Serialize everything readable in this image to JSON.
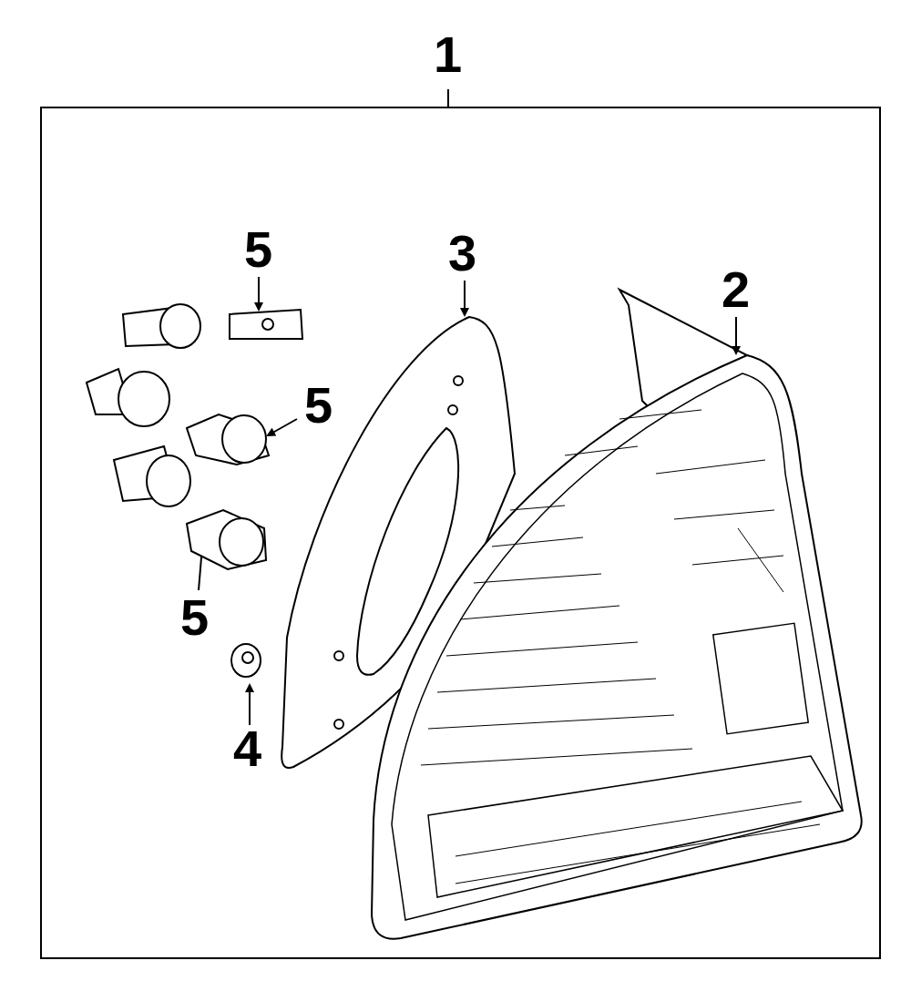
{
  "diagram": {
    "labels": [
      "1",
      "5",
      "3",
      "2",
      "5",
      "5",
      "4"
    ]
  }
}
